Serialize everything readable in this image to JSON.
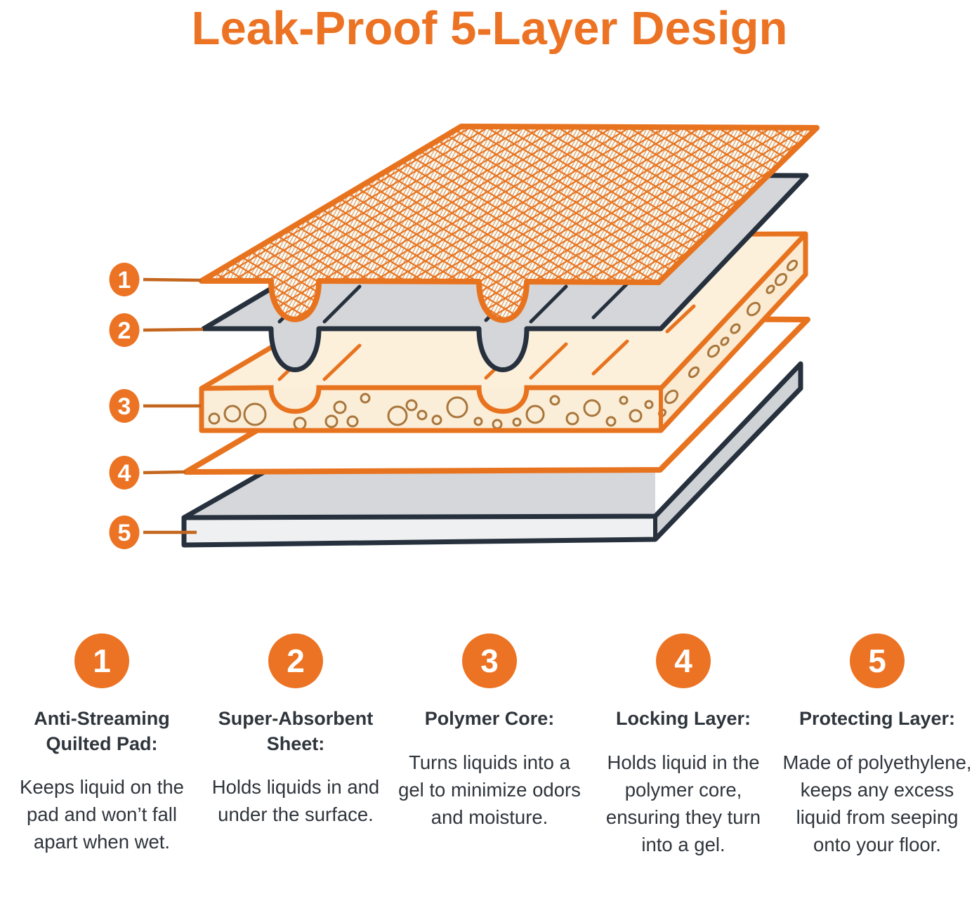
{
  "title": "Leak-Proof 5-Layer Design",
  "columns": [
    {
      "num": "1",
      "heading": "Anti-Streaming Quilted Pad:",
      "body": "Keeps liquid on the pad and won’t fall apart when wet."
    },
    {
      "num": "2",
      "heading": "Super-Absorbent Sheet:",
      "body": "Holds liquids in and under the surface."
    },
    {
      "num": "3",
      "heading": "Polymer Core:",
      "body": "Turns liquids into a gel to minimize odors and moisture."
    },
    {
      "num": "4",
      "heading": "Locking Layer:",
      "body": "Holds liquid in the polymer core, ensuring they turn into a gel."
    },
    {
      "num": "5",
      "heading": "Protecting Layer:",
      "body": "Made of polyethylene, keeps any excess liquid from seeping onto your floor."
    }
  ],
  "colors": {
    "accent_orange": "#EC7323",
    "stroke_orange": "#E8731F",
    "connector_line": "#C4661D",
    "navy_outline": "#27313E",
    "gray_fill": "#D4D6D9",
    "cream_fill": "#FBEFDA",
    "bubble_stroke": "#A9763C",
    "text": "#2F353C"
  }
}
